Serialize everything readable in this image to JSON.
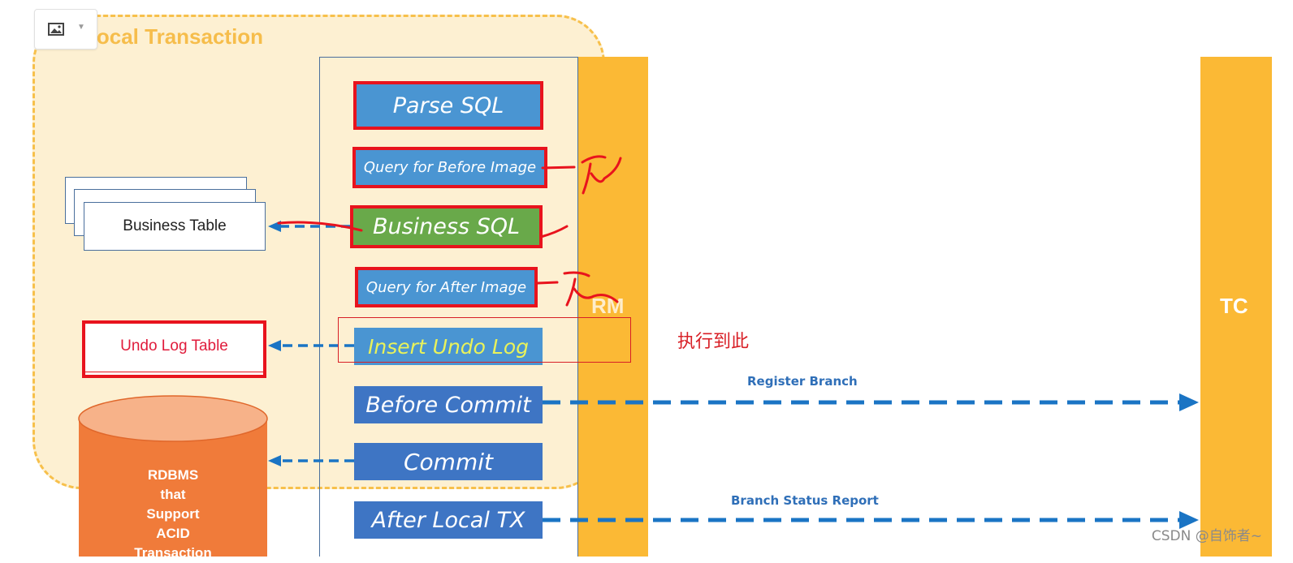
{
  "local_transaction": {
    "title": "Local Transaction"
  },
  "toolbar": {
    "image_icon": "image-icon",
    "dropdown_icon": "chevron-down-icon"
  },
  "participants": {
    "rm": "RM",
    "tc": "TC"
  },
  "steps": [
    {
      "label": "Parse SQL",
      "highlighted": true
    },
    {
      "label": "Query for Before Image",
      "highlighted": true
    },
    {
      "label": "Business SQL",
      "highlighted": true
    },
    {
      "label": "Query for After Image",
      "highlighted": true
    },
    {
      "label": "Insert Undo Log",
      "highlighted": false
    },
    {
      "label": "Before Commit",
      "highlighted": false
    },
    {
      "label": "Commit",
      "highlighted": false
    },
    {
      "label": "After Local TX",
      "highlighted": false
    }
  ],
  "stores": {
    "business_table": "Business Table",
    "undo_log_table": "Undo Log Table",
    "rdbms": [
      "RDBMS",
      "that",
      "Support",
      "ACID",
      "Transaction"
    ]
  },
  "messages": {
    "register_branch": "Register Branch",
    "branch_status_report": "Branch Status Report"
  },
  "annotation": {
    "note": "执行到此"
  },
  "watermark": "CSDN @自饰者~",
  "colors": {
    "tc_bar": "#fbb935",
    "arrow": "#1a74c4",
    "highlight": "#e8131d"
  }
}
